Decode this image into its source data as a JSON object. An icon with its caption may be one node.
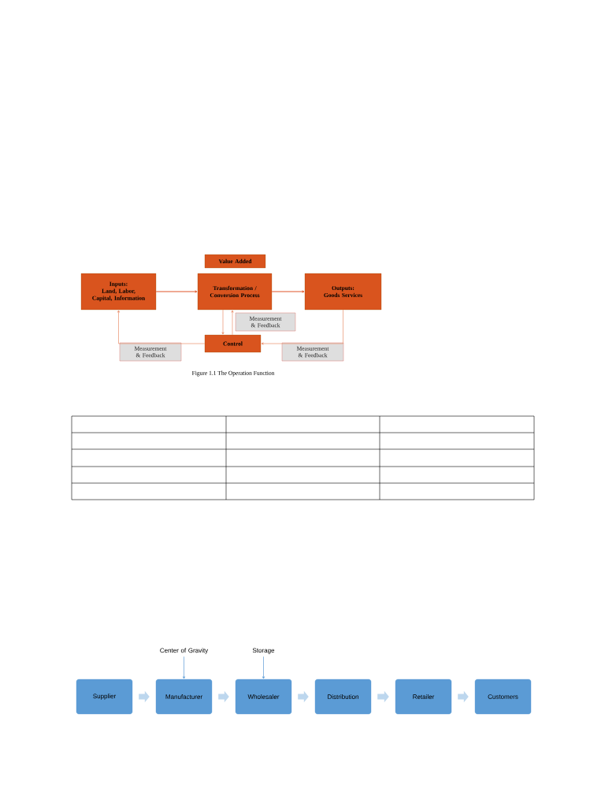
{
  "diagram": {
    "caption": "Figure 1.1 The Operation Function",
    "nodes": [
      {
        "text": [
          "Value Added"
        ]
      },
      {
        "text": [
          "Inputs:",
          "Land, Labor, Capital, Information"
        ]
      },
      {
        "text": [
          "Transformation / Conversion Process"
        ]
      },
      {
        "text": [
          "Outputs:",
          "Goods Services"
        ]
      },
      {
        "text": [
          "Control"
        ]
      },
      {
        "text": [
          "Measurement & Feedback"
        ]
      },
      {
        "text": [
          "Measurement & Feedback"
        ]
      },
      {
        "text": [
          "Measurement & Feedback"
        ]
      },
      {
        "text": [
          "Supplier"
        ]
      },
      {
        "text": [
          "Manufacturer"
        ]
      },
      {
        "text": [
          "Wholesaler"
        ]
      },
      {
        "text": [
          "Distribution"
        ]
      },
      {
        "text": [
          "Retailer"
        ]
      },
      {
        "text": [
          "Customers"
        ]
      },
      {
        "text": [
          "Center of Gravity"
        ]
      },
      {
        "text": [
          "Storage"
        ]
      }
    ],
    "edges": [
      {
        "from": 1,
        "to": 2,
        "arrow": "to",
        "color": "#e0562a"
      },
      {
        "from": 2,
        "to": 3,
        "arrow": "to",
        "color": "#e0562a"
      },
      {
        "from": 2,
        "to": 4,
        "arrow": "to",
        "color": "#e9906e"
      },
      {
        "from": 4,
        "to": 2,
        "arrow": "to",
        "color": "#e9906e"
      },
      {
        "from": 4,
        "to": 1,
        "arrow": "to",
        "color": "#e9906e"
      },
      {
        "from": 3,
        "to": 4,
        "arrow": "to",
        "color": "#e9906e"
      },
      {
        "from": 8,
        "to": 9,
        "arrow": "to",
        "style": "thick",
        "color": "#bdd7ee"
      },
      {
        "from": 9,
        "to": 10,
        "arrow": "to",
        "style": "thick",
        "color": "#bdd7ee"
      },
      {
        "from": 10,
        "to": 11,
        "arrow": "to",
        "style": "thick",
        "color": "#bdd7ee"
      },
      {
        "from": 11,
        "to": 12,
        "arrow": "to",
        "style": "thick",
        "color": "#bdd7ee"
      },
      {
        "from": 12,
        "to": 13,
        "arrow": "to",
        "style": "thick",
        "color": "#bdd7ee"
      },
      {
        "from": 14,
        "to": 9,
        "arrow": "to",
        "color": "#5b9bd5"
      },
      {
        "from": 15,
        "to": 10,
        "arrow": "to",
        "color": "#5b9bd5"
      }
    ]
  }
}
